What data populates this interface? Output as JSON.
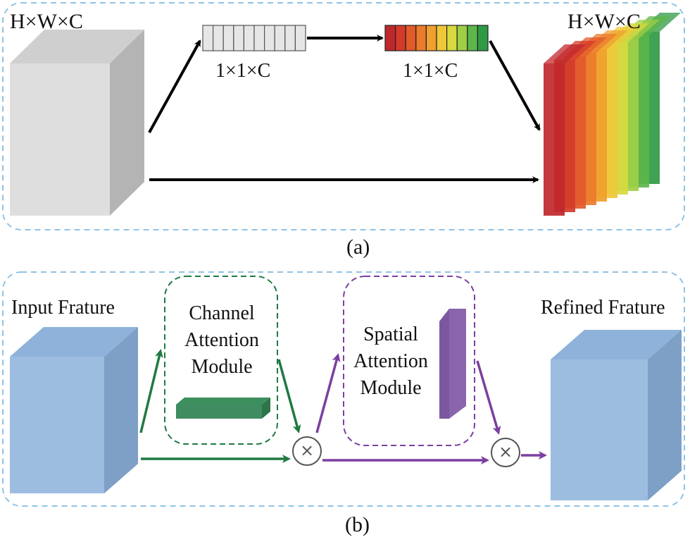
{
  "panel_a": {
    "input_dims": "H×W×C",
    "vector1_dims": "1×1×C",
    "vector2_dims": "1×1×C",
    "output_dims": "H×W×C",
    "caption": "(a)",
    "weight_colors": [
      "#c0272d",
      "#d43a2a",
      "#e2592a",
      "#ec7b2c",
      "#f0a02e",
      "#efc83a",
      "#d7d93f",
      "#9fcf45",
      "#5cb649",
      "#2f9a45"
    ]
  },
  "panel_b": {
    "input_label": "Input Frature",
    "channel_module": [
      "Channel",
      "Attention",
      "Module"
    ],
    "spatial_module": [
      "Spatial",
      "Attention",
      "Module"
    ],
    "output_label": "Refined Frature",
    "multiply_symbol": "×",
    "caption": "(b)",
    "colors": {
      "green": "#1f7a43",
      "purple": "#7b3fa0",
      "feature": "#9dbde0"
    }
  }
}
